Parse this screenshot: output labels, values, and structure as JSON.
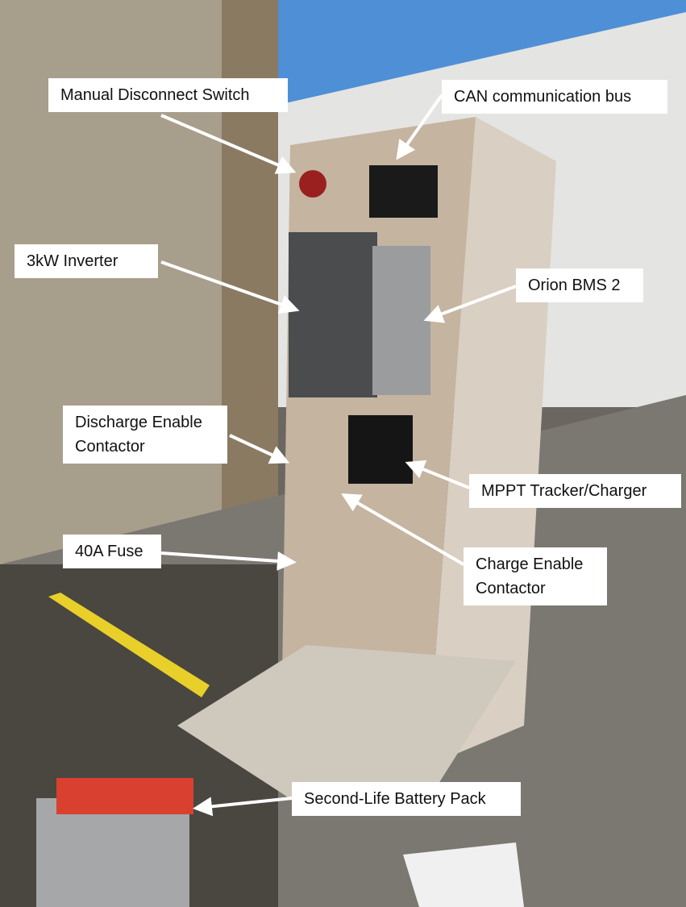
{
  "labels": {
    "manual_disconnect": "Manual Disconnect Switch",
    "can_bus": "CAN communication bus",
    "inverter": "3kW Inverter",
    "bms": "Orion BMS 2",
    "discharge_line1": "Discharge Enable",
    "discharge_line2": "Contactor",
    "mppt": "MPPT Tracker/Charger",
    "fuse": "40A Fuse",
    "charge_line1": "Charge Enable",
    "charge_line2": "Contactor",
    "battery": "Second-Life Battery Pack"
  }
}
